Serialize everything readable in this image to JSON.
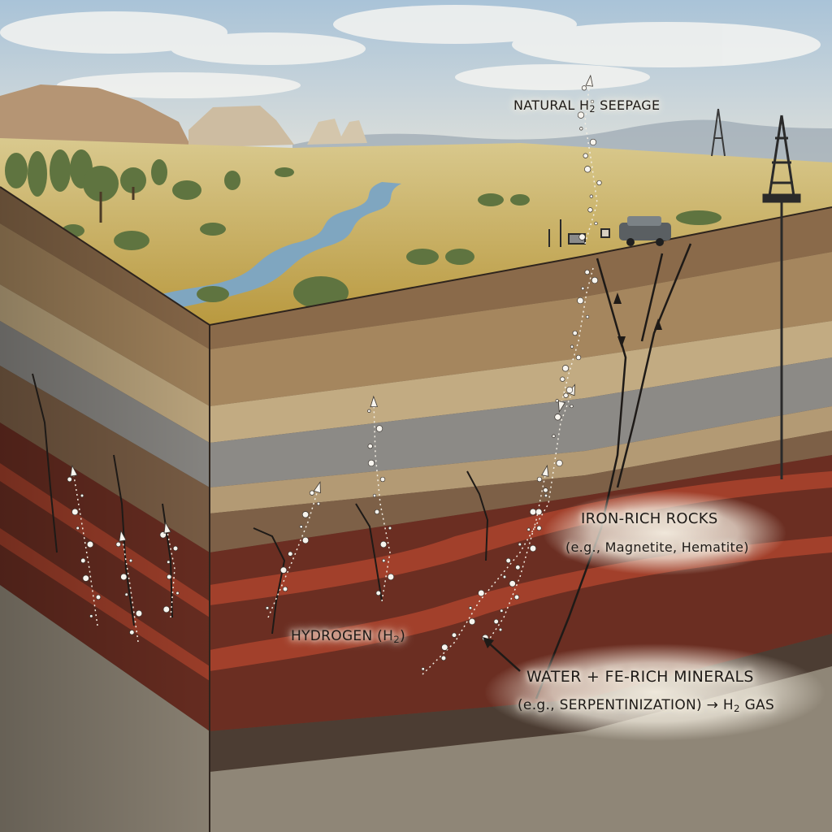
{
  "labels": {
    "seepage": {
      "prefix": "NATURAL H",
      "sub": "2",
      "suffix": " SEEPAGE"
    },
    "iron_title": "IRON-RICH ROCKS",
    "iron_examples": "(e.g., Magnetite, Hematite)",
    "hydrogen": {
      "prefix": "HYDROGEN (H",
      "sub": "2",
      "suffix": ")"
    },
    "water_title": "WATER + FE-RICH MINERALS",
    "water_process": {
      "prefix": "(e.g., SERPENTINIZATION) → H",
      "sub": "2",
      "suffix": " GAS"
    }
  },
  "colors": {
    "sky_top": "#a9c3d8",
    "sky_bottom": "#e9e6dc",
    "grassland": "#cfb46a",
    "river": "#7fa6c0",
    "iron_rock": "#6b2e22",
    "fe_red": "#a2402b",
    "limestone_gray": "#8c8a86",
    "sandstone": "#c2ab82",
    "bedrock": "#55504a"
  },
  "icons": [
    "derrick-tower-icon",
    "vehicle-icon",
    "monitoring-station-icon",
    "gas-bubble-icon"
  ]
}
